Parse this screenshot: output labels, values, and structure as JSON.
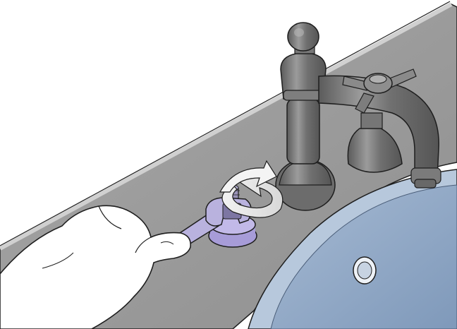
{
  "illustration": {
    "subject": "installation-step",
    "components": [
      "vanity-deck",
      "sink-basin",
      "overflow-drain",
      "faucet-handle-body",
      "spout",
      "cross-handle",
      "valve-stem",
      "mounting-nut",
      "wrench",
      "hand",
      "rotation-arrow"
    ],
    "colors": {
      "background": "#ffffff",
      "deck_top": "#9c9c9c",
      "deck_edge": "#b9b9b9",
      "sink": "#8fa7c4",
      "sink_rim": "#b7c8dc",
      "faucet": "#6e6e6e",
      "faucet_highlight": "#9b9b9b",
      "wrench": "#b9b2de",
      "nut": "#a79cd8",
      "arrow": "#e9e9e9",
      "outline": "#1e1e1e"
    }
  }
}
